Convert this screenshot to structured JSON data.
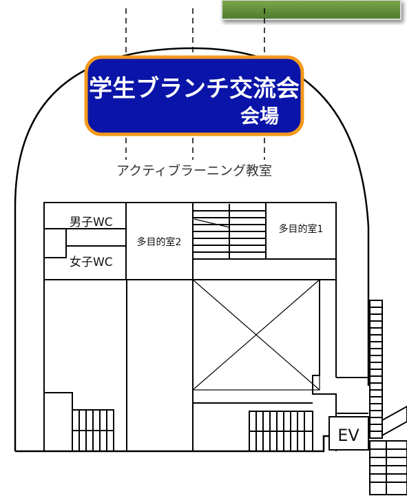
{
  "banner": {
    "line1": "学生ブランチ交流会",
    "line2": "会場"
  },
  "classroom_label": "アクティブラーニング教室",
  "rooms": {
    "mens_wc": "男子WC",
    "womens_wc": "女子WC",
    "multipurpose_room_2": "多目的室2",
    "multipurpose_room_1": "多目的室1",
    "elevator": "EV"
  },
  "colors": {
    "banner_fill": "#0a14a8",
    "banner_border": "#f29a1d",
    "banner_text": "#ffffff",
    "photo_green": "#5f8c39",
    "lines": "#000000"
  },
  "icons": [
    "photo-strip"
  ]
}
